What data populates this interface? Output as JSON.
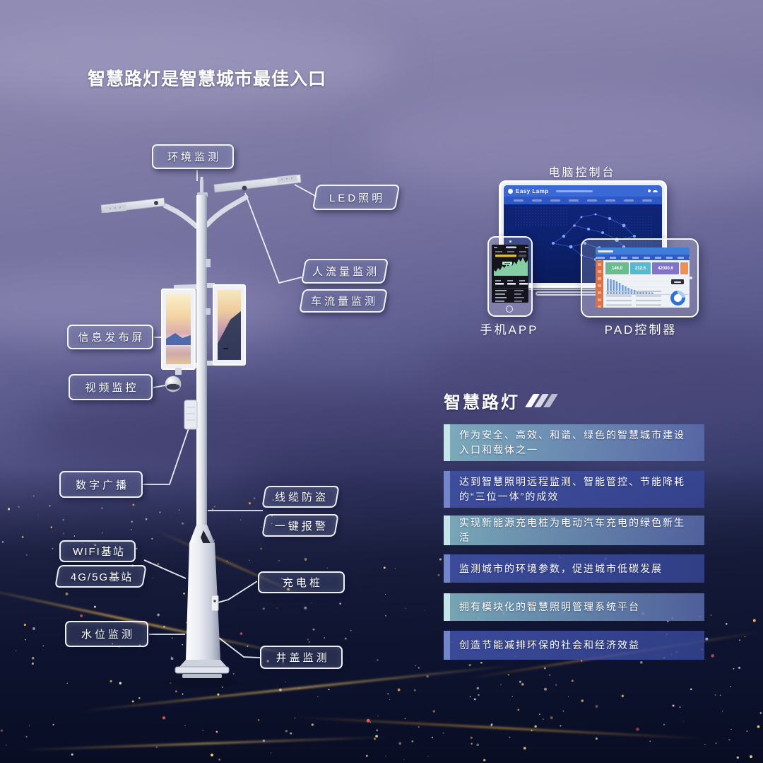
{
  "title": "智慧路灯是智慧城市最佳入口",
  "lamp": {
    "env": "环境监测",
    "led": "LED照明",
    "people": "人流量监测",
    "vehicle": "车流量监测",
    "info": "信息发布屏",
    "video": "视频监控",
    "digital": "数字广播",
    "cable": "线缆防盗",
    "alarm": "一键报警",
    "wifi": "WIFI基站",
    "g45": "4G/5G基站",
    "charge": "充电桩",
    "water": "水位监测",
    "manhole": "井盖监测"
  },
  "control": {
    "pc_title": "电脑控制台",
    "phone_title": "手机APP",
    "pad_title": "PAD控制器",
    "pc_logo": "Easy Lamp",
    "pad_cards": [
      {
        "value": "146.0",
        "color": "#68bd8e"
      },
      {
        "value": "212.5",
        "color": "#57b9cf"
      },
      {
        "value": "42000.6",
        "color": "#8273c9"
      }
    ]
  },
  "section": {
    "header": "智慧路灯",
    "items": [
      "作为安全、高效、和谐、绿色的智慧城市建设\n入口和载体之一",
      "达到智慧照明远程监测、智能管控、节能降耗\n的“三位一体”的成效",
      "实现新能源充电桩为电动汽车充电的绿色新生活",
      "监测城市的环境参数，促进城市低碳发展",
      "拥有模块化的智慧照明管理系统平台",
      "创造节能减排环保的社会和经济效益"
    ]
  },
  "icons": {
    "monitor_user": "user-icon",
    "phone_home": "home-button-icon",
    "section_marks": "triple-slash-icon"
  },
  "colors": {
    "accent_teal": "#85bac7",
    "accent_blue": "#4050a4",
    "sky_top": "#918db4",
    "city_dark": "#0c1129",
    "light_amber": "#f5c56a"
  }
}
